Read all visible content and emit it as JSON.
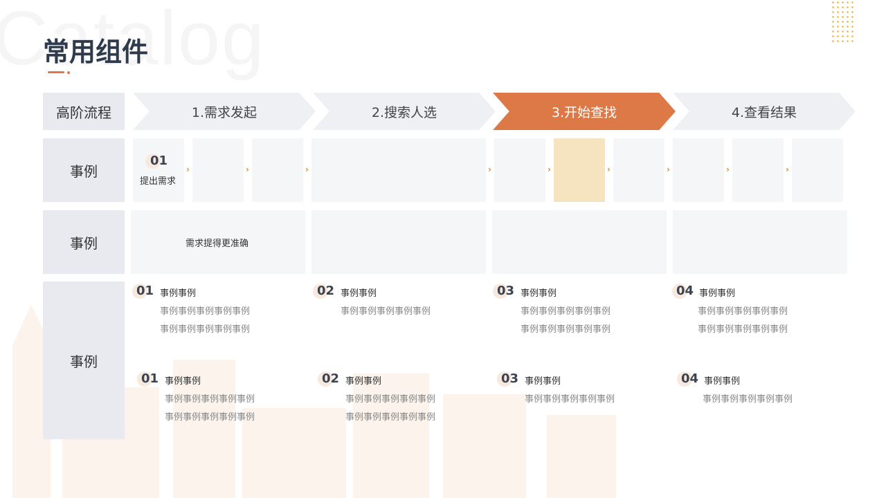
{
  "watermark": "Catalog",
  "page_title": "常用组件",
  "header_row": {
    "label": "高阶流程",
    "steps": [
      "1.需求发起",
      "2.搜索人选",
      "3.开始查找",
      "4.查看结果"
    ],
    "active_step_index": 2
  },
  "row2": {
    "label": "事例",
    "first_card_num": "01",
    "first_card_text": "提出需求"
  },
  "row3": {
    "label": "事例",
    "first_card_text": "需求提得更准确"
  },
  "row4": {
    "label": "事例",
    "top": [
      {
        "num": "01",
        "title": "事例事例",
        "lines": [
          "事例事例事例事例事例",
          "事例事例事例事例事例"
        ]
      },
      {
        "num": "02",
        "title": "事例事例",
        "lines": [
          "事例事例事例事例事例"
        ]
      },
      {
        "num": "03",
        "title": "事例事例",
        "lines": [
          "事例事例事例事例事例",
          "事例事例事例事例事例"
        ]
      },
      {
        "num": "04",
        "title": "事例事例",
        "lines": [
          "事例事例事例事例事例",
          "事例事例事例事例事例"
        ]
      }
    ],
    "bottom": [
      {
        "num": "01",
        "title": "事例事例",
        "lines": [
          "事例事例事例事例事例",
          "事例事例事例事例事例"
        ]
      },
      {
        "num": "02",
        "title": "事例事例",
        "lines": [
          "事例事例事例事例事例",
          "事例事例事例事例事例"
        ]
      },
      {
        "num": "03",
        "title": "事例事例",
        "lines": [
          "事例事例事例事例事例"
        ]
      },
      {
        "num": "04",
        "title": "事例事例",
        "lines": [
          "事例事例事例事例事例"
        ]
      }
    ]
  },
  "colors": {
    "accent": "#dd7947",
    "highlight_card": "#f6e3bf",
    "label_bg": "#e8eaf0",
    "card_bg": "#f5f6f8",
    "title_color": "#2f3b4c"
  }
}
